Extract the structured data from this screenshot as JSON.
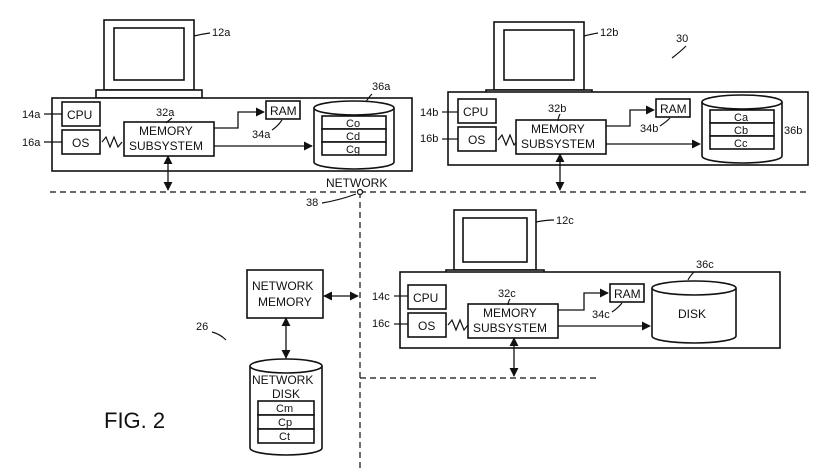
{
  "figure": {
    "title": "FIG. 2",
    "system_ref": "30",
    "network_ref": "26",
    "network_label": "NETWORK",
    "network_line_ref": "38"
  },
  "machine_a": {
    "monitor_ref": "12a",
    "cpu_label": "CPU",
    "cpu_ref": "14a",
    "os_label": "OS",
    "os_ref": "16a",
    "memsub_line1": "MEMORY",
    "memsub_line2": "SUBSYSTEM",
    "memsub_ref": "32a",
    "ram_label": "RAM",
    "ram_ref": "34a",
    "disk_ref": "36a",
    "disk_items": [
      "Co",
      "Cd",
      "Cg"
    ]
  },
  "machine_b": {
    "monitor_ref": "12b",
    "cpu_label": "CPU",
    "cpu_ref": "14b",
    "os_label": "OS",
    "os_ref": "16b",
    "memsub_line1": "MEMORY",
    "memsub_line2": "SUBSYSTEM",
    "memsub_ref": "32b",
    "ram_label": "RAM",
    "ram_ref": "34b",
    "disk_ref": "36b",
    "disk_items": [
      "Ca",
      "Cb",
      "Cc"
    ]
  },
  "machine_c": {
    "monitor_ref": "12c",
    "cpu_label": "CPU",
    "cpu_ref": "14c",
    "os_label": "OS",
    "os_ref": "16c",
    "memsub_line1": "MEMORY",
    "memsub_line2": "SUBSYSTEM",
    "memsub_ref": "32c",
    "ram_label": "RAM",
    "ram_ref": "34c",
    "disk_ref": "36c",
    "disk_label": "DISK"
  },
  "network_memory": {
    "line1": "NETWORK",
    "line2": "MEMORY"
  },
  "network_disk": {
    "line1": "NETWORK",
    "line2": "DISK",
    "items": [
      "Cm",
      "Cp",
      "Ct"
    ]
  }
}
